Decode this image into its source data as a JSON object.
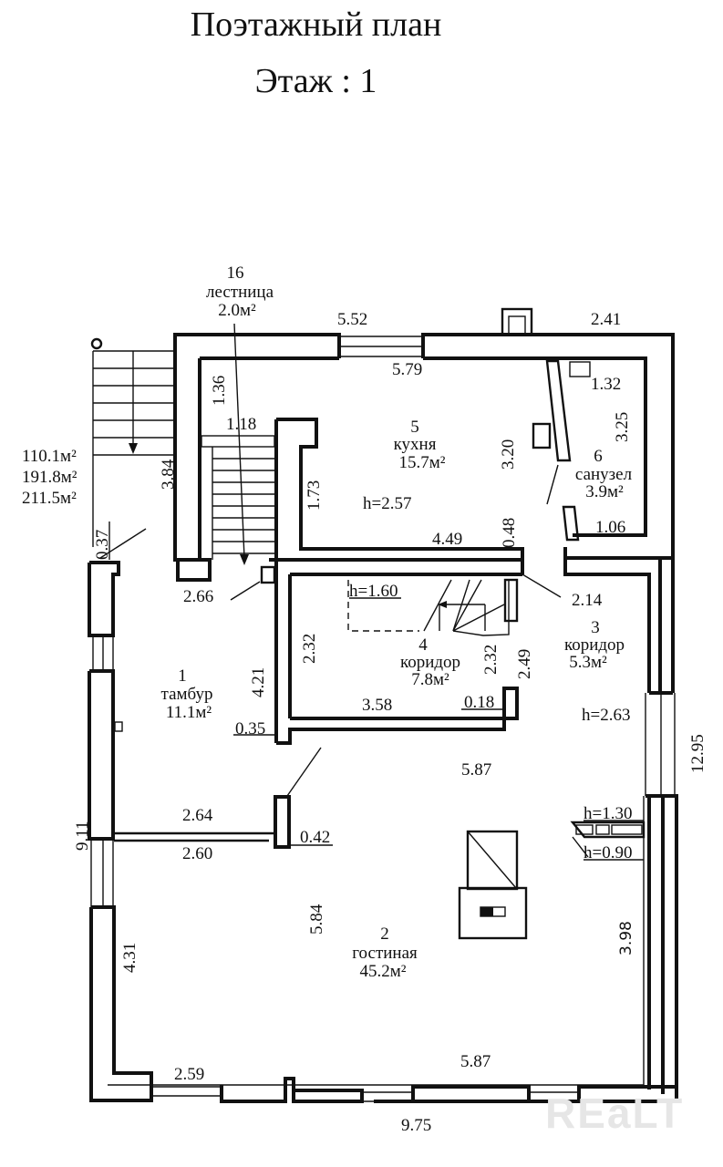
{
  "header": {
    "title": "Поэтажный план",
    "floor_label": "Этаж : 1"
  },
  "totals": {
    "area_1": "110.1м²",
    "area_2": "191.8м²",
    "area_3": "211.5м²"
  },
  "rooms": [
    {
      "number": "1",
      "name": "тамбур",
      "area": "11.1м²"
    },
    {
      "number": "2",
      "name": "гостиная",
      "area": "45.2м²"
    },
    {
      "number": "3",
      "name": "коридор",
      "area": "5.3м²"
    },
    {
      "number": "4",
      "name": "коридор",
      "area": "7.8м²"
    },
    {
      "number": "5",
      "name": "кухня",
      "area": "15.7м²"
    },
    {
      "number": "6",
      "name": "санузел",
      "area": "3.9м²"
    },
    {
      "number": "16",
      "name": "лестница",
      "area": "2.0м²"
    }
  ],
  "heights": {
    "kitchen": "h=2.57",
    "corridor4": "h=1.60",
    "corridor3": "h=2.63",
    "sill_high": "h=1.30",
    "sill_low": "h=0.90"
  },
  "dimensions": {
    "d552": "5.52",
    "d241": "2.41",
    "d579": "5.79",
    "d132": "1.32",
    "d325": "3.25",
    "d320": "3.20",
    "d136": "1.36",
    "d118": "1.18",
    "d173": "1.73",
    "d384": "3.84",
    "d037": "0.37",
    "d449": "4.49",
    "d048": "0.48",
    "d106": "1.06",
    "d266": "2.66",
    "d214": "2.14",
    "d232a": "2.32",
    "d232b": "2.32",
    "d249": "2.49",
    "d421": "4.21",
    "d358": "3.58",
    "d018": "0.18",
    "d035": "0.35",
    "d587a": "5.87",
    "d1295": "12.95",
    "d264": "2.64",
    "d260": "2.60",
    "d042": "0.42",
    "d911": "9.11",
    "d584": "5.84",
    "d398": "3.98",
    "d431": "4.31",
    "d259": "2.59",
    "d587b": "5.87",
    "d975": "9.75"
  },
  "watermark": "REaLT"
}
